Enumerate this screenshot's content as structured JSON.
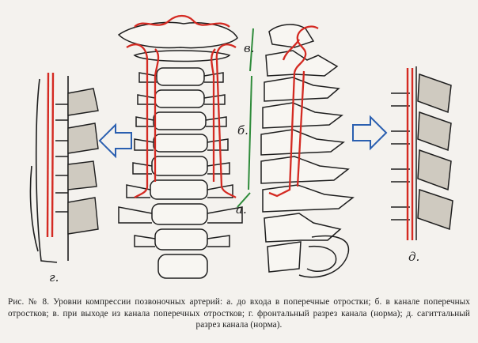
{
  "figure": {
    "labels": {
      "a": "а.",
      "b": "б.",
      "v": "в.",
      "g": "г.",
      "d": "д."
    },
    "colors": {
      "artery": "#d42a22",
      "ink": "#1e1e1e",
      "guide": "#2e8b3a",
      "paper": "#f4f2ee"
    }
  },
  "caption": {
    "text": "Рис. № 8. Уровни компрессии позвоночных артерий: а. до входа в поперечные отростки; б. в канале поперечных отростков; в. при выходе из канала поперечных отростков; г. фронтальный разрез канала (норма); д. сагиттальный разрез канала (норма)."
  }
}
